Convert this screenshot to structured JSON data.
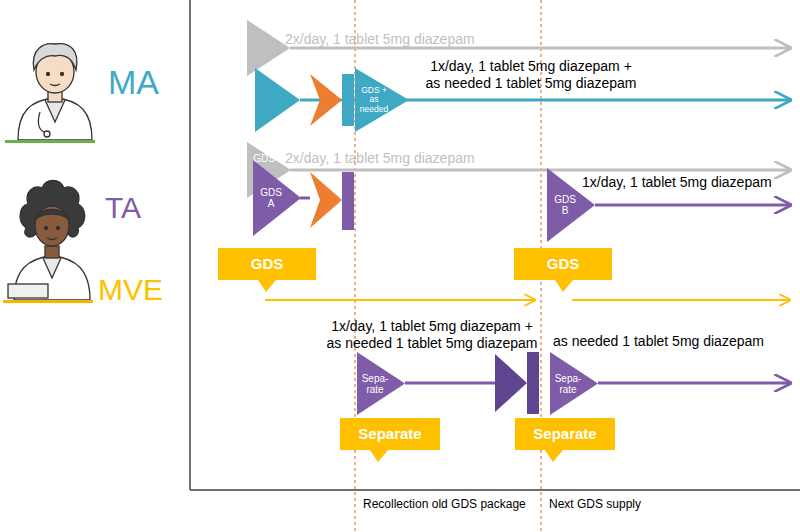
{
  "diagram": {
    "nodes": [
      {
        "text": [
          "GDS + as needed"
        ]
      },
      {
        "text": [
          "GDS"
        ]
      },
      {
        "text": [
          "GDS A"
        ]
      },
      {
        "text": [
          "GDS B"
        ]
      },
      {
        "text": [
          "GDS"
        ]
      },
      {
        "text": [
          "GDS"
        ]
      },
      {
        "text": [
          "Sepa-rate"
        ]
      },
      {
        "text": [
          "Sepa-rate"
        ]
      },
      {
        "text": [
          "Separate"
        ]
      },
      {
        "text": [
          "Separate"
        ]
      }
    ],
    "labels": [
      "MA",
      "TA",
      "MVE",
      "2x/day, 1 tablet 5mg diazepam",
      "1x/day, 1 tablet 5mg diazepam + as needed 1 tablet 5mg diazepam",
      "2x/day, 1 tablet 5mg diazepam",
      "1x/day, 1 tablet 5mg diazepam",
      "1x/day, 1 tablet 5mg diazepam + as needed 1 tablet 5mg diazepam",
      "as needed 1 tablet 5mg diazepam",
      "Recollection old GDS package",
      "Next GDS supply"
    ]
  }
}
